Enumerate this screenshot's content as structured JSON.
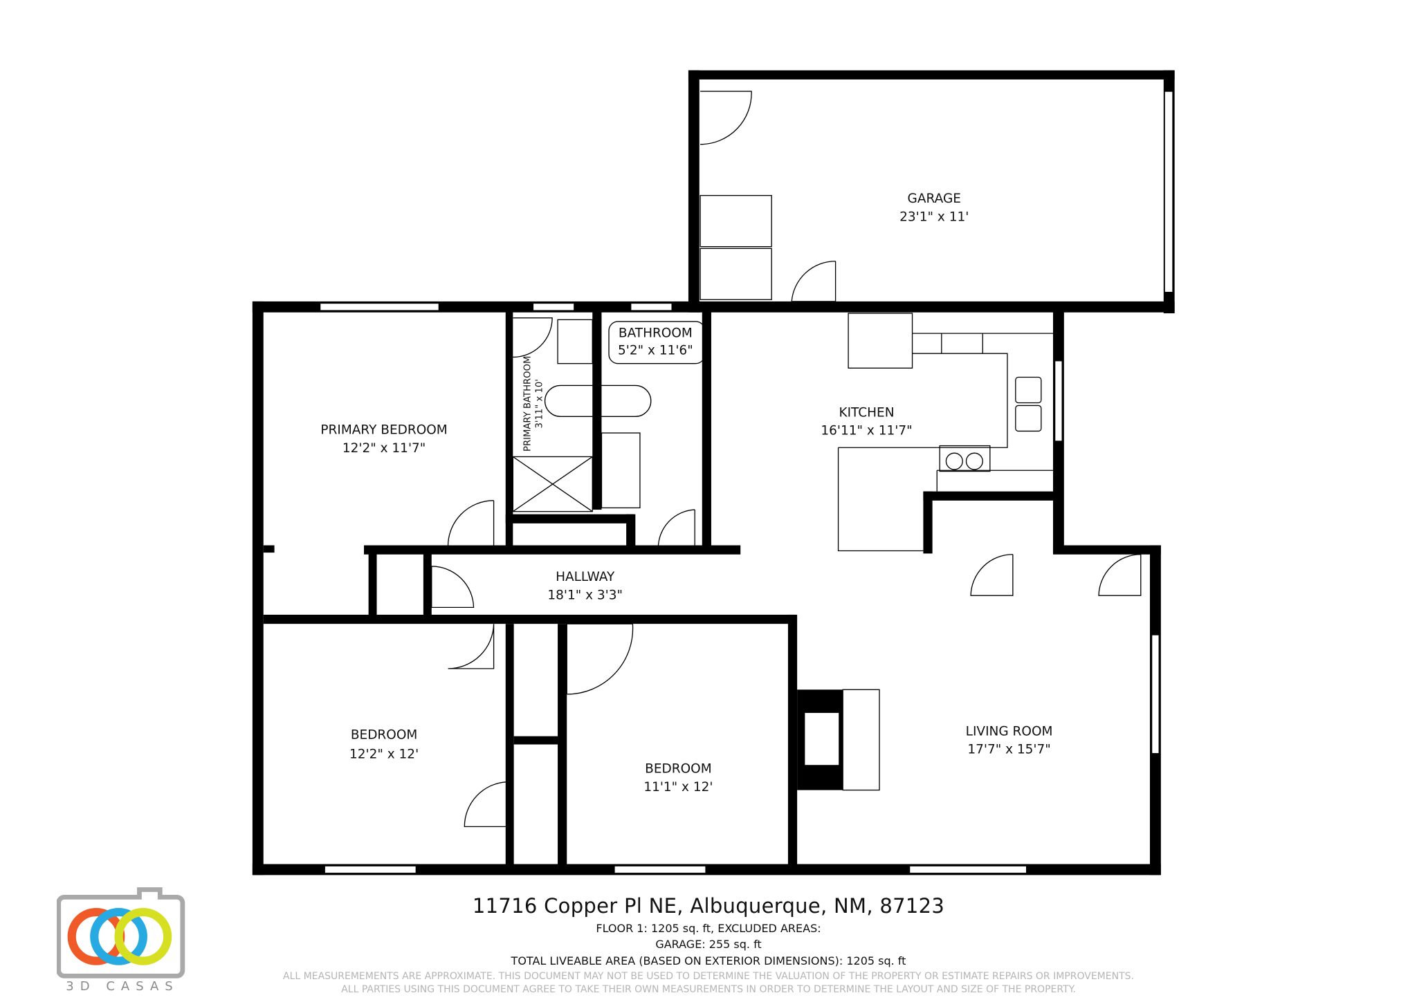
{
  "rooms": {
    "garage": {
      "name": "GARAGE",
      "dims": "23'1\" x 11'"
    },
    "primary_bedroom": {
      "name": "PRIMARY BEDROOM",
      "dims": "12'2\" x 11'7\""
    },
    "primary_bathroom": {
      "name": "PRIMARY BATHROOM",
      "dims": "3'11\" x 10'"
    },
    "bathroom": {
      "name": "BATHROOM",
      "dims": "5'2\" x 11'6\""
    },
    "kitchen": {
      "name": "KITCHEN",
      "dims": "16'11\" x 11'7\""
    },
    "hallway": {
      "name": "HALLWAY",
      "dims": "18'1\" x 3'3\""
    },
    "bedroom_2": {
      "name": "BEDROOM",
      "dims": "12'2\" x 12'"
    },
    "bedroom_3": {
      "name": "BEDROOM",
      "dims": "11'1\" x 12'"
    },
    "living_room": {
      "name": "LIVING ROOM",
      "dims": "17'7\" x 15'7\""
    }
  },
  "footer": {
    "address": "11716 Copper Pl NE, Albuquerque, NM, 87123",
    "floor_line": "FLOOR 1: 1205 sq. ft, EXCLUDED AREAS:",
    "garage_line": "GARAGE: 255 sq. ft",
    "total_line": "TOTAL LIVEABLE AREA (BASED ON EXTERIOR DIMENSIONS): 1205 sq. ft",
    "disclaimer_1": "ALL MEASUREMEMENTS ARE APPROXIMATE. THIS DOCUMENT MAY NOT BE USED TO DETERMINE THE VALUATION OF THE PROPERTY OR ESTIMATE REPAIRS OR IMPROVEMENTS.",
    "disclaimer_2": "ALL PARTIES USING THIS DOCUMENT AGREE TO TAKE THEIR OWN MEASUREMENTS IN ORDER TO DETERMINE THE LAYOUT AND SIZE OF THE PROPERTY."
  },
  "logo": {
    "text": "3D CASAS",
    "colors": {
      "frame": "#a9a9a9",
      "ring_1": "#f05a28",
      "ring_2": "#27aae1",
      "ring_3": "#d7df23"
    }
  }
}
